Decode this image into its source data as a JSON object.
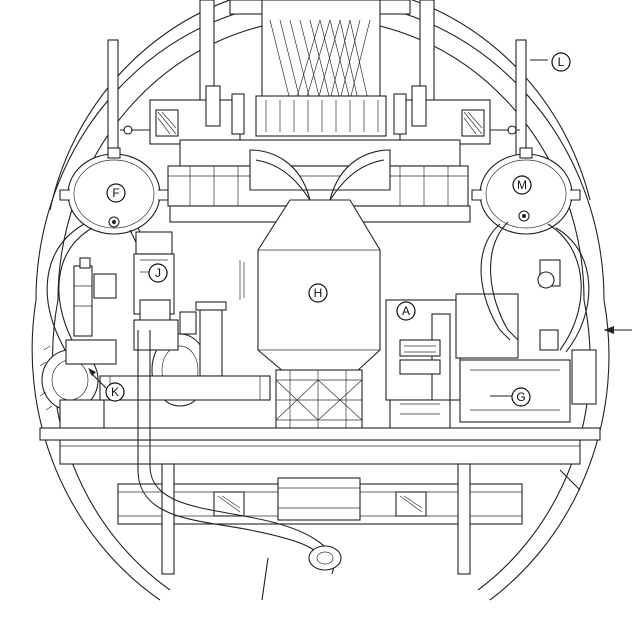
{
  "callouts": {
    "A": "A",
    "F": "F",
    "G": "G",
    "H": "H",
    "J": "J",
    "K": "K",
    "L": "L",
    "M": "M"
  }
}
